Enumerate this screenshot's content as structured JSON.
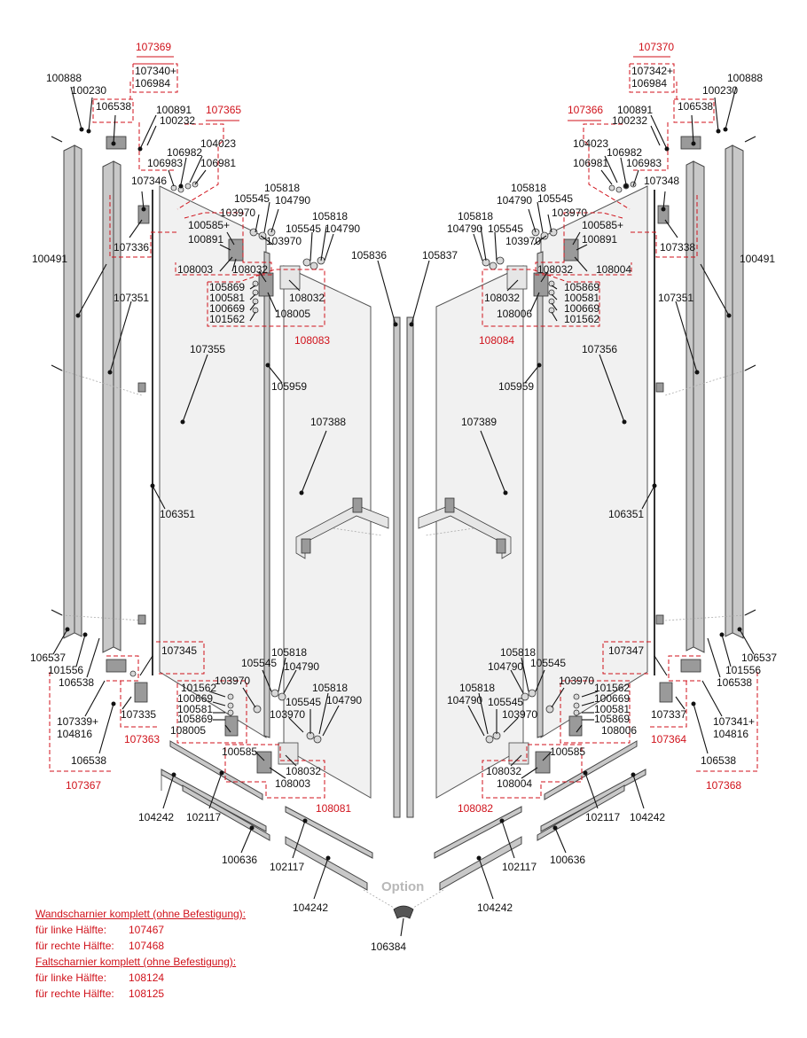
{
  "labels": {
    "l107369": "107369",
    "l107340": "107340+",
    "l106984a": "106984",
    "l100888a": "100888",
    "l100230a": "100230",
    "l106538a": "106538",
    "l100891a": "100891",
    "l100232a": "100232",
    "l107365": "107365",
    "l104023a": "104023",
    "l106982a": "106982",
    "l106983a": "106983",
    "l106981a": "106981",
    "l107346": "107346",
    "l107336": "107336",
    "l105818a": "105818",
    "l105545a": "105545",
    "l104790a": "104790",
    "l103970a": "103970",
    "l100585a": "100585+",
    "l105818b": "105818",
    "l105545b": "105545",
    "l104790b": "104790",
    "l100891b": "100891",
    "l103970b": "103970",
    "l108003a": "108003",
    "l108032a": "108032",
    "l108032b": "108032",
    "l105869a": "105869",
    "l100581a": "100581",
    "l100669a": "100669",
    "l101562a": "101562",
    "l108005a": "108005",
    "l108083": "108083",
    "l100491a": "100491",
    "l107351a": "107351",
    "l107355": "107355",
    "l105836": "105836",
    "l105837": "105837",
    "l105959a": "105959",
    "l107388": "107388",
    "l106351a": "106351",
    "l106537a": "106537",
    "l101556a": "101556",
    "l106538b": "106538",
    "l107345": "107345",
    "l107339": "107339+",
    "l104816a": "104816",
    "l107335": "107335",
    "l107363": "107363",
    "l106538c": "106538",
    "l107367": "107367",
    "l101562b": "101562",
    "l100669b": "100669",
    "l100581b": "100581",
    "l105869b": "105869",
    "l108005b": "108005",
    "l103970c": "103970",
    "l105545c": "105545",
    "l105818c": "105818",
    "l104790c": "104790",
    "l105818d": "105818",
    "l105545d": "105545",
    "l104790d": "104790",
    "l103970d": "103970",
    "l100585b": "100585",
    "l108032c": "108032",
    "l108003b": "108003",
    "l108081": "108081",
    "l104242a": "104242",
    "l102117a": "102117",
    "l100636a": "100636",
    "l102117b": "102117",
    "l104242b": "104242",
    "l107370": "107370",
    "l107342": "107342+",
    "l106984b": "106984",
    "l100888b": "100888",
    "l100230b": "100230",
    "l106538d": "106538",
    "l107366": "107366",
    "l100891c": "100891",
    "l100232b": "100232",
    "l104023b": "104023",
    "l106981b": "106981",
    "l106982b": "106982",
    "l106983b": "106983",
    "l107348": "107348",
    "l107338": "107338",
    "l105818e": "105818",
    "l104790e": "104790",
    "l105545e": "105545",
    "l103970e": "103970",
    "l105818f": "105818",
    "l104790f": "104790",
    "l105545f": "105545",
    "l103970f": "103970",
    "l100585c": "100585+",
    "l100891d": "100891",
    "l108032d": "108032",
    "l108004a": "108004",
    "l108032e": "108032",
    "l105869c": "105869",
    "l100581c": "100581",
    "l108006a": "108006",
    "l100669c": "100669",
    "l101562c": "101562",
    "l108084": "108084",
    "l100491b": "100491",
    "l107351b": "107351",
    "l107356": "107356",
    "l105959b": "105959",
    "l107389": "107389",
    "l106351b": "106351",
    "l107347": "107347",
    "l106537b": "106537",
    "l101556b": "101556",
    "l106538e": "106538",
    "l107337": "107337",
    "l107341": "107341+",
    "l104816b": "104816",
    "l107364": "107364",
    "l106538f": "106538",
    "l107368": "107368",
    "l105818g": "105818",
    "l104790g": "104790",
    "l105545g": "105545",
    "l103970g": "103970",
    "l105818h": "105818",
    "l104790h": "104790",
    "l105545h": "105545",
    "l103970h": "103970",
    "l101562d": "101562",
    "l100669d": "100669",
    "l100581d": "100581",
    "l105869d": "105869",
    "l108006b": "108006",
    "l100585d": "100585",
    "l108032f": "108032",
    "l108004b": "108004",
    "l108082": "108082",
    "l104242c": "104242",
    "l102117c": "102117",
    "l100636b": "100636",
    "l102117d": "102117",
    "l104242d": "104242",
    "option": "Option",
    "l106384": "106384"
  },
  "legend": {
    "wand_title": "Wandscharnier komplett (ohne Befestigung):",
    "wand_left_label": "für linke Hälfte:",
    "wand_left_val": "107467",
    "wand_right_label": "für rechte Hälfte:",
    "wand_right_val": "107468",
    "falt_title": "Faltscharnier komplett (ohne Befestigung):",
    "falt_left_label": "für linke Hälfte:",
    "falt_left_val": "108124",
    "falt_right_label": "für rechte Hälfte:",
    "falt_right_val": "108125"
  },
  "colors": {
    "accent_red": "#d0121b",
    "ink": "#111111",
    "option_grey": "#b8b8b8"
  }
}
